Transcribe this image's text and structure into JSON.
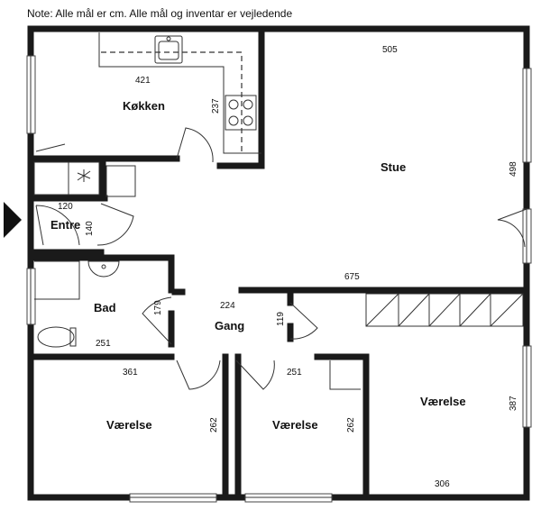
{
  "note": "Note: Alle mål er cm. Alle mål og inventar er vejledende",
  "rooms": {
    "kitchen": "Køkken",
    "living": "Stue",
    "entrance": "Entre",
    "bath": "Bad",
    "hall": "Gang",
    "bedroom1": "Værelse",
    "bedroom2": "Værelse",
    "bedroom3": "Værelse"
  },
  "dimensions": {
    "kitchen_width": "421",
    "kitchen_height": "237",
    "living_width": "505",
    "living_height": "498",
    "entrance_width": "120",
    "entrance_height": "140",
    "bath_height": "179",
    "bath_width": "251",
    "hall_width": "224",
    "hall_height": "119",
    "hall_length": "675",
    "bedroom1_width": "361",
    "bedroom1_height": "262",
    "bedroom2_width": "251",
    "bedroom2_height": "262",
    "bedroom3_height": "387",
    "bedroom3_width": "306"
  },
  "icons": [
    "entrance-arrow-icon",
    "sink-icon",
    "stove-icon",
    "toilet-icon",
    "washbasin-icon",
    "fan-icon"
  ]
}
